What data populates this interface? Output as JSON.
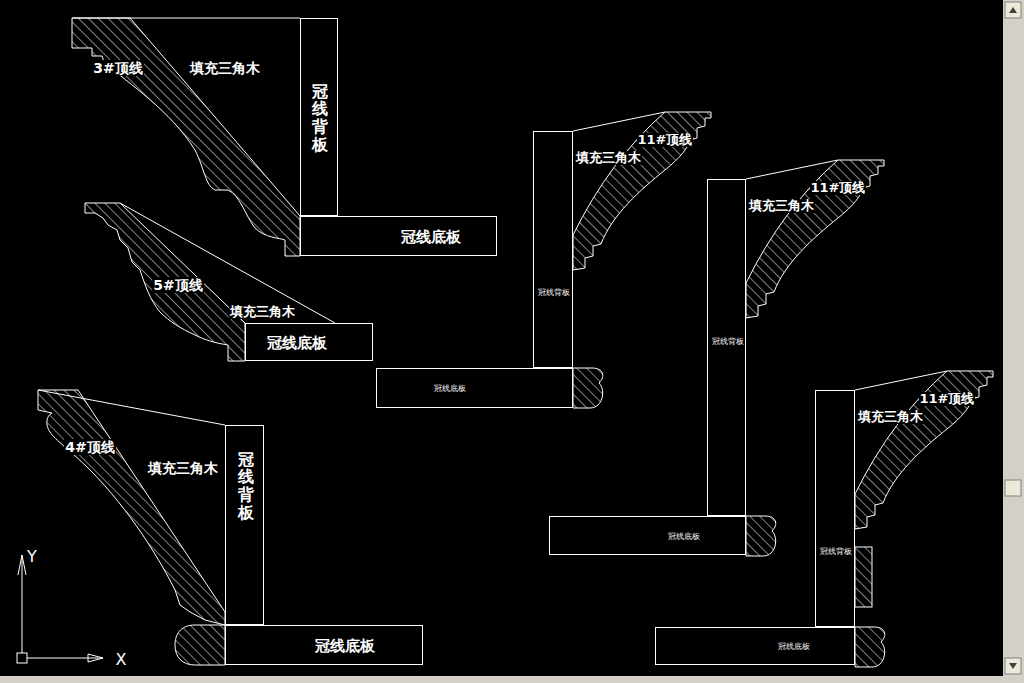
{
  "diagram": {
    "nodes": [
      {
        "text": [
          "冠线背板"
        ]
      },
      {
        "text": [
          "冠线底板"
        ]
      },
      {
        "text": [
          "冠线底板"
        ]
      },
      {
        "text": [
          "冠线背板"
        ]
      },
      {
        "text": [
          "冠线底板"
        ]
      },
      {
        "text": [
          "冠线背板"
        ]
      },
      {
        "text": [
          "冠线底板"
        ]
      },
      {
        "text": [
          "冠线背板"
        ]
      },
      {
        "text": [
          "冠线底板"
        ]
      },
      {
        "text": [
          "冠线背板"
        ]
      },
      {
        "text": [
          "冠线底板"
        ]
      }
    ],
    "labels": [
      "3#顶线",
      "填充三角木",
      "填充三角木",
      "11#顶线",
      "11#顶线",
      "填充三角木",
      "5#顶线",
      "填充三角木",
      "填充三角木",
      "11#顶线",
      "4#顶线",
      "填充三角木",
      "Y",
      "X"
    ]
  }
}
